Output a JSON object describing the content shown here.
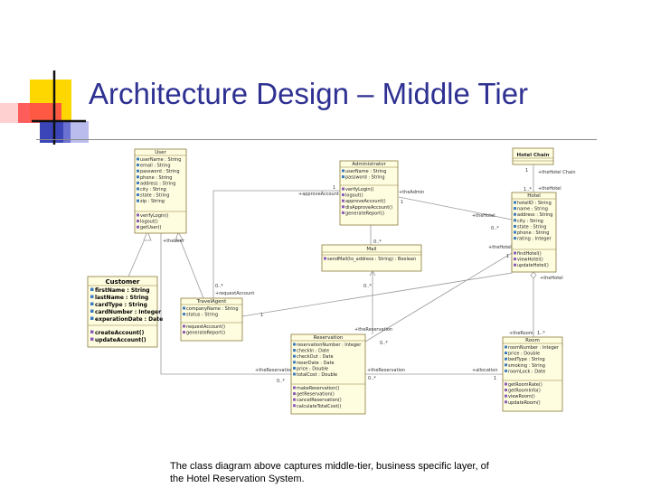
{
  "slide": {
    "title": "Architecture Design – Middle Tier",
    "caption": "The class diagram above captures middle-tier, business specific layer, of the Hotel Reservation System."
  },
  "diagram": {
    "classes": {
      "user": {
        "name": "User",
        "attributes": [
          "userName : String",
          "email : String",
          "password : String",
          "phone : String",
          "address : String",
          "city : String",
          "state : String",
          "zip : String"
        ],
        "operations": [
          "verifyLogin()",
          "logout()",
          "getUser()"
        ]
      },
      "administrator": {
        "name": "Administrator",
        "attributes": [
          "userName : String",
          "password : String"
        ],
        "operations": [
          "verifyLogin()",
          "logout()",
          "approveAccount()",
          "disApproveAccount()",
          "generateReport()"
        ]
      },
      "hotel_chain": {
        "name": "Hotel Chain",
        "attributes": [],
        "operations": []
      },
      "hotel": {
        "name": "Hotel",
        "attributes": [
          "hotelID : String",
          "name : String",
          "address : String",
          "city : String",
          "state : String",
          "phone : String",
          "rating : Integer"
        ],
        "operations": [
          "findHotel()",
          "viewHotel()",
          "updateHotel()"
        ]
      },
      "mail": {
        "name": "Mail",
        "attributes": [],
        "operations": [
          "sendMail(to_address : String) : Boolean"
        ]
      },
      "customer": {
        "name": "Customer",
        "attributes": [
          "firstName : String",
          "lastName : String",
          "cardType : String",
          "cardNumber : Integer",
          "experationDate : Date"
        ],
        "operations": [
          "createAccount()",
          "updateAccount()"
        ]
      },
      "travel_agent": {
        "name": "TravelAgent",
        "attributes": [
          "companyName : String",
          "status : String"
        ],
        "operations": [
          "requestAccount()",
          "generateReport()"
        ]
      },
      "reservation": {
        "name": "Reservation",
        "attributes": [
          "reservationNumber : Integer",
          "checkIn : Date",
          "checkOut : Date",
          "reserDate : Date",
          "price : Double",
          "totalCost : Double"
        ],
        "operations": [
          "makeReservation()",
          "getReservation()",
          "cancelReservation()",
          "calculateTotalCost()"
        ]
      },
      "room": {
        "name": "Room",
        "attributes": [
          "roomNumber : Integer",
          "price : Double",
          "bedType : String",
          "smoking : String",
          "roomLock : Date"
        ],
        "operations": [
          "getRoomRate()",
          "getRoomInfo()",
          "viewRoom()",
          "updateRoom()"
        ]
      }
    },
    "labels": {
      "approve_account": "+approveAccount",
      "the_admin": "+theAdmin",
      "the_hotel_chain": "+theHotel Chain",
      "the_hotel_a": "+theHotel",
      "the_hotel_b": "+theHotel",
      "the_hotel_c": "+theHotel",
      "the_hotel_d": "+theHotel",
      "the_user": "+theUser",
      "request_account": "+requestAccount",
      "the_reservation_a": "+theReservation",
      "the_reservation_b": "+theReservation",
      "the_reservation_c": "+theReservation",
      "allocation": "+allocation",
      "the_room": "+theRoom"
    },
    "multiplicities": {
      "m1": "1",
      "m2": "1",
      "m3": "1",
      "m4": "0..*",
      "m5": "1",
      "m6": "1..*",
      "m7": "0..*",
      "m8": "0..*",
      "m9": "0..*",
      "m10": "1",
      "m11": "0..*",
      "m12": "0..*",
      "m13": "0..*",
      "m14": "1",
      "m15": "1",
      "m16": "1..*",
      "m17": "0..*",
      "m18": "1"
    }
  }
}
